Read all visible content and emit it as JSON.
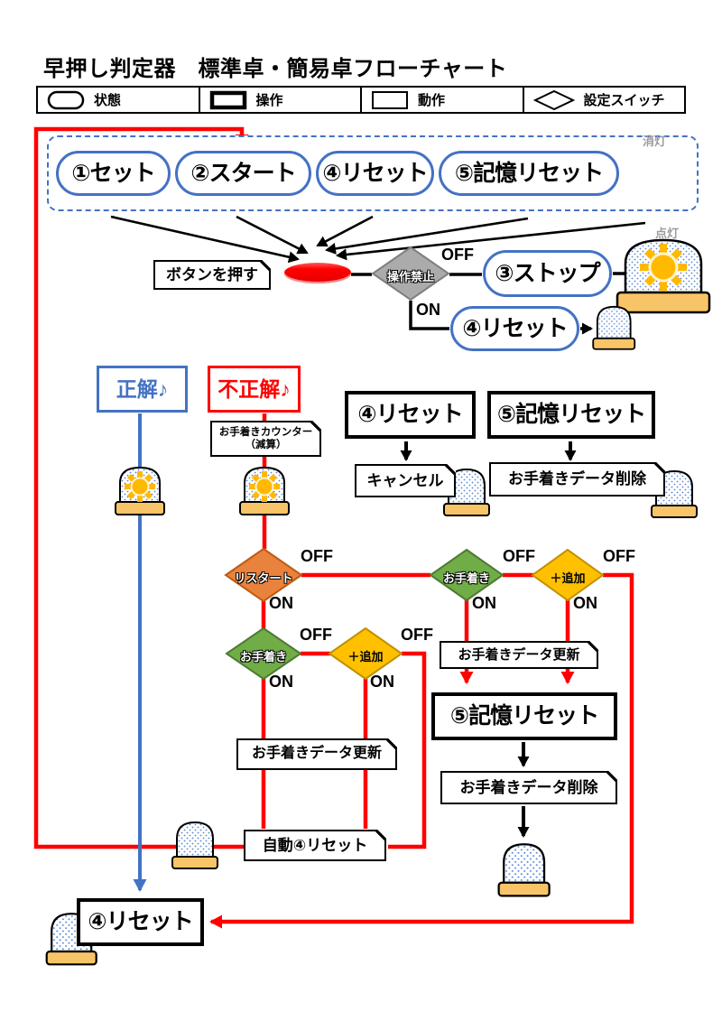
{
  "title": "早押し判定器　標準卓・簡易卓フローチャート",
  "legend": {
    "state": "状態",
    "operation": "操作",
    "action": "動作",
    "switch": "設定スイッチ"
  },
  "labels": {
    "on": "ON",
    "off": "OFF"
  },
  "lamp_states": {
    "off": "消灯",
    "lit": "点灯"
  },
  "nodes": {
    "set": "①セット",
    "start": "②スタート",
    "reset_state": "④リセット",
    "memory_reset_state": "⑤記憶リセット",
    "press_button": "ボタンを押す",
    "operation_forbid": "操作禁止",
    "stop": "③ストップ",
    "reset_state_on": "④リセット",
    "correct": "正解♪",
    "wrong": "不正解♪",
    "reset_operation": "④リセット",
    "memory_reset_operation": "⑤記憶リセット",
    "counter_line1": "お手着きカウンター",
    "counter_line2": "（減算）",
    "cancel": "キャンセル",
    "data_delete_1": "お手着きデータ削除",
    "restart": "リスタート",
    "otetsuki_row1": "お手着き",
    "tsuika_row1": "＋追加",
    "otetsuki_row2": "お手着き",
    "tsuika_row2": "＋追加",
    "data_update_right": "お手着きデータ更新",
    "memory_reset_2": "⑤記憶リセット",
    "data_delete_2": "お手着きデータ削除",
    "data_update_left": "お手着きデータ更新",
    "auto_reset": "自動④リセット",
    "reset_bottom": "④リセット"
  },
  "colors": {
    "line_red": "#FF0000",
    "line_blue": "#4472C4",
    "state_border": "#4472C4",
    "diamond_gray": "#ABABAB",
    "diamond_orange": "#E8823C",
    "diamond_green": "#70AD47",
    "diamond_yellow": "#FFC000",
    "lamp_base": "#F8C468",
    "lamp_dots": "#5585d6",
    "sun": "#FFB900",
    "correct_color": "#4472C4",
    "wrong_color": "#FF0000"
  }
}
